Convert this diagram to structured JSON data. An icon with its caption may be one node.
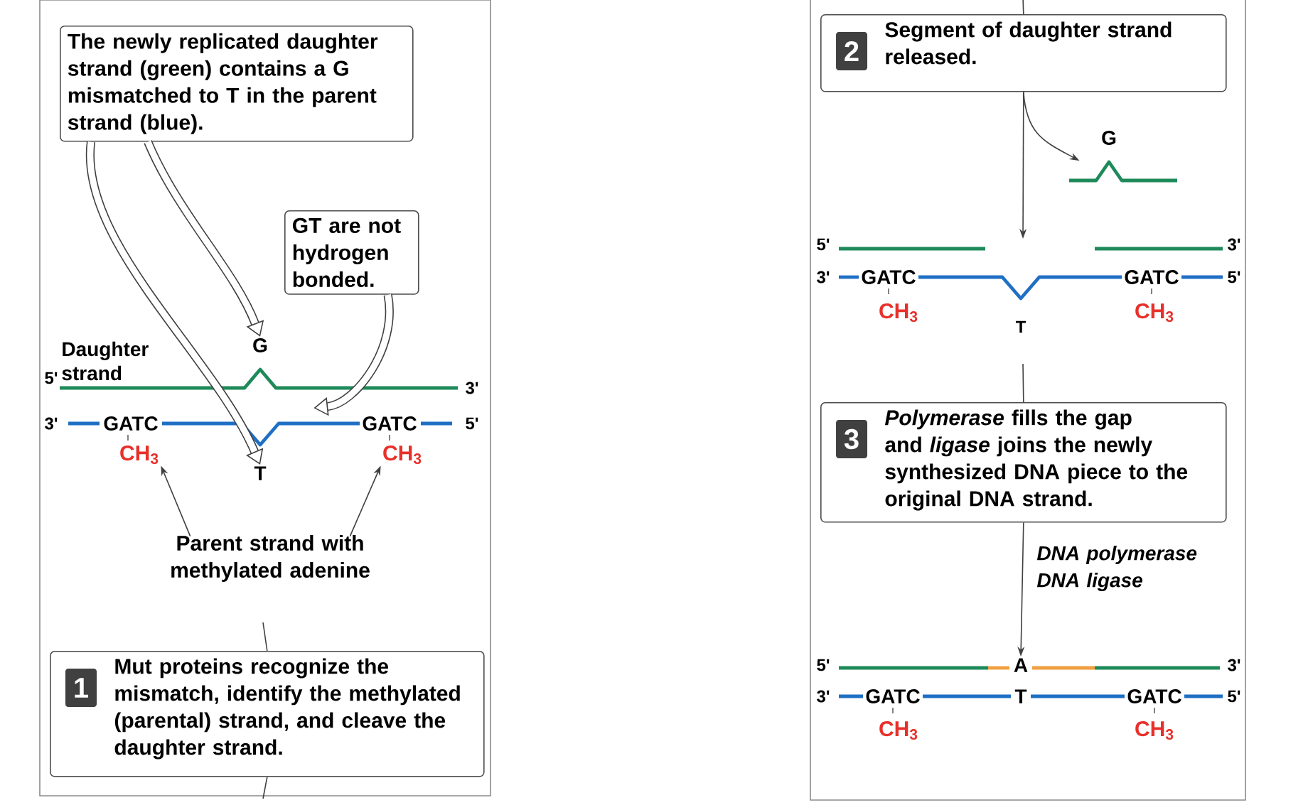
{
  "diagram": {
    "nodes": [
      {
        "text": [
          "The newly replicated daughter strand (green) contains a G mismatched to T in the parent strand (blue)."
        ]
      },
      {
        "text": [
          "GT are not hydrogen bonded."
        ]
      },
      {
        "text": [
          "G"
        ]
      },
      {
        "text": [
          "T"
        ]
      },
      {
        "text": [
          "CH$_{3}$"
        ]
      },
      {
        "text": [
          "CH$_{3}$"
        ]
      },
      {
        "text": [
          "Parent strand with methylated adenine"
        ]
      },
      {
        "text": [
          "1",
          "Mut proteins recognize the mismatch, identify the methylated (parental) strand, and cleave the daughter strand."
        ]
      },
      {
        "text": [
          "2",
          "Segment of daughter strand released."
        ]
      },
      {
        "text": [
          "G"
        ]
      },
      {
        "text": [
          "3",
          "*Polymerase* fills the gap and *ligase* joins the newly synthesized DNA piece to the original DNA strand."
        ]
      },
      {
        "text": [
          "A"
        ]
      }
    ],
    "edges": [
      {
        "from": 0,
        "to": 2,
        "arrow": "to",
        "style": "thick"
      },
      {
        "from": 0,
        "to": 3,
        "arrow": "to",
        "style": "thick"
      },
      {
        "from": 1,
        "to": 2,
        "arrow": "to",
        "style": "thick"
      },
      {
        "from": 6,
        "to": 4,
        "arrow": "to"
      },
      {
        "from": 6,
        "to": 5,
        "arrow": "to"
      },
      {
        "from": null,
        "to": 7,
        "arrow": "none"
      },
      {
        "from": 7,
        "to": null,
        "arrow": "none"
      },
      {
        "from": null,
        "to": 8,
        "arrow": "none"
      },
      {
        "from": 8,
        "to": null,
        "arrow": "to"
      },
      {
        "from": 8,
        "to": 9,
        "arrow": "to"
      },
      {
        "from": null,
        "to": 10,
        "arrow": "none"
      },
      {
        "from": 10,
        "to": 11,
        "arrow": "to",
        "label": "DNA polymerase DNA ligase"
      }
    ],
    "labels": [
      "Daughter strand",
      "5'",
      "3'",
      "3'",
      "GATC",
      "GATC",
      "5'",
      "5'",
      "3'",
      "3'",
      "GATC",
      "GATC",
      "5'",
      "CH$_{3}$",
      "CH$_{3}$",
      "T",
      "5'",
      "3'",
      "3'",
      "GATC",
      "T",
      "GATC",
      "5'",
      "CH$_{3}$",
      "CH$_{3}$"
    ]
  }
}
